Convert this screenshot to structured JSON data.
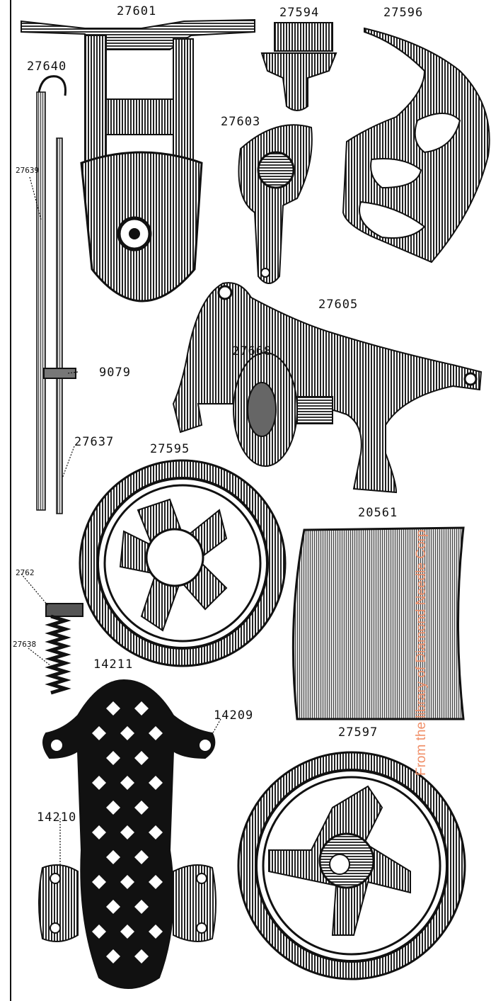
{
  "watermark": "From the library of Diamond Needle Corp",
  "parts": {
    "p27601": "27601",
    "p27594": "27594",
    "p27596": "27596",
    "p27640": "27640",
    "p27603": "27603",
    "p27639": "27639",
    "p27605": "27605",
    "p27668": "27668",
    "p9079": "9079",
    "p27637": "27637",
    "p27595": "27595",
    "p20561": "20561",
    "p2762": "2762",
    "p27638": "27638",
    "p14211": "14211",
    "p14209": "14209",
    "p27597": "27597",
    "p14210": "14210"
  }
}
